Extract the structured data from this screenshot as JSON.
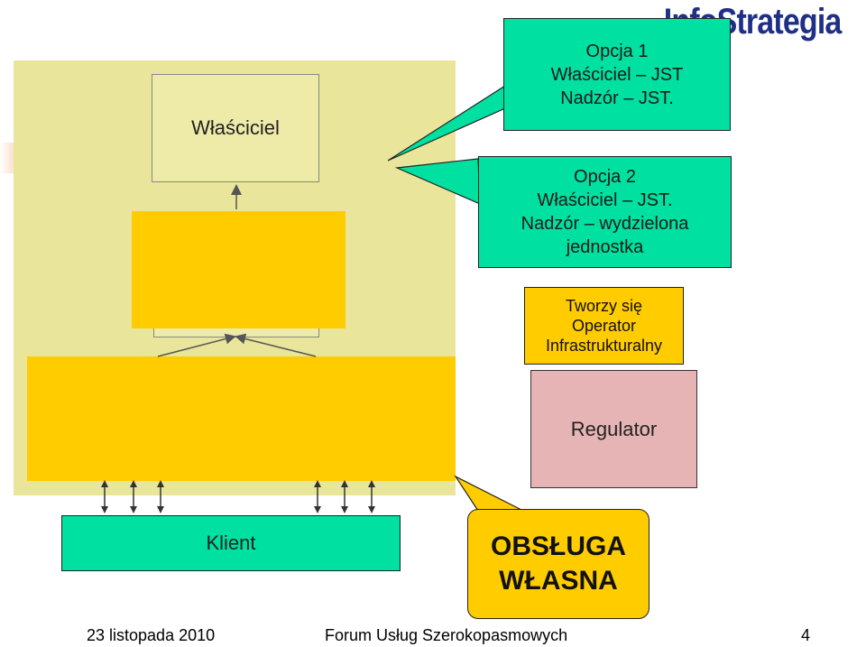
{
  "slide": {
    "logo_text": "InfoStrategia",
    "owner_box": "Właściciel",
    "option1": {
      "line1": "Opcja 1",
      "line2": "Właściciel – JST",
      "line3": "Nadzór – JST."
    },
    "option2": {
      "line1": "Opcja 2",
      "line2": "Właściciel – JST.",
      "line3": "Nadzór – wydzielona",
      "line4": "jednostka"
    },
    "operator": {
      "line1": "Tworzy się",
      "line2": "Operator",
      "line3": "Infrastrukturalny"
    },
    "regulator": "Regulator",
    "client": "Klient",
    "self_service": {
      "line1": "OBSŁUGA",
      "line2": "WŁASNA"
    }
  },
  "footer": {
    "date": "23 listopada 2010",
    "event": "Forum Usług Szerokopasmowych",
    "page": "4"
  },
  "colors": {
    "pale_yellow": "#e9e59a",
    "yellow": "#ffcc00",
    "green": "#00e0a0",
    "pink": "#e6b4b4",
    "logo_blue": "#1f2f86"
  }
}
